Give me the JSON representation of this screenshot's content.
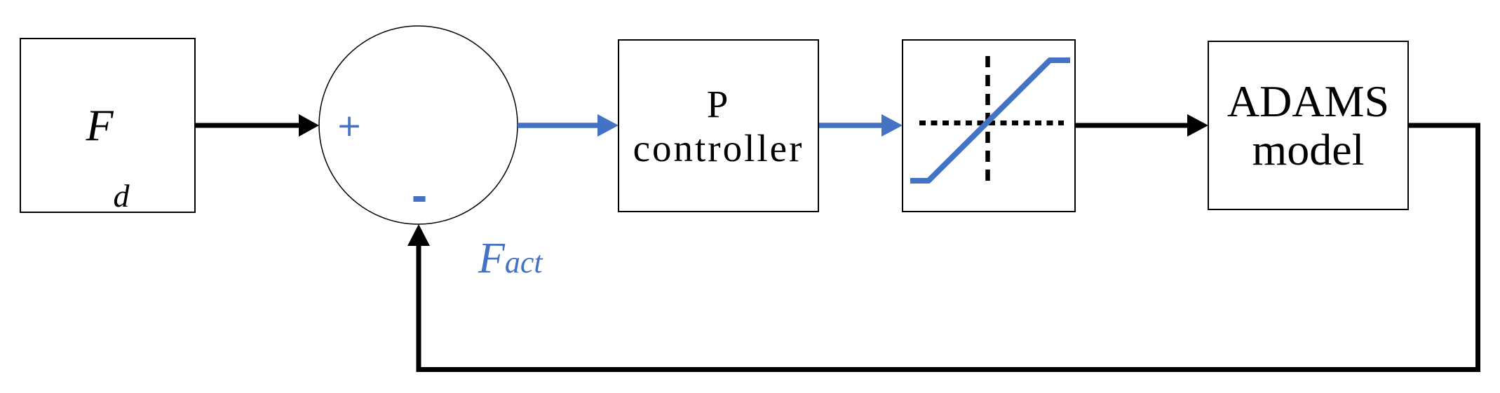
{
  "diagram": {
    "type": "control-feedback-block-diagram",
    "background": "#ffffff",
    "colors": {
      "accent_blue": "#4472C4",
      "line_black": "#000000"
    },
    "blocks": {
      "fd": {
        "label_main": "F",
        "label_sub": "d"
      },
      "p_controller": {
        "line1": "P",
        "line2": "controller"
      },
      "saturation": {
        "icon": "saturation-curve-icon"
      },
      "adams": {
        "line1": "ADAMS",
        "line2": "model"
      }
    },
    "summing_junction": {
      "icon": "summing-junction-circle",
      "plus_sign": "+",
      "minus_sign": "-"
    },
    "feedback_signal": {
      "label_main": "F",
      "label_sub": "act"
    }
  }
}
